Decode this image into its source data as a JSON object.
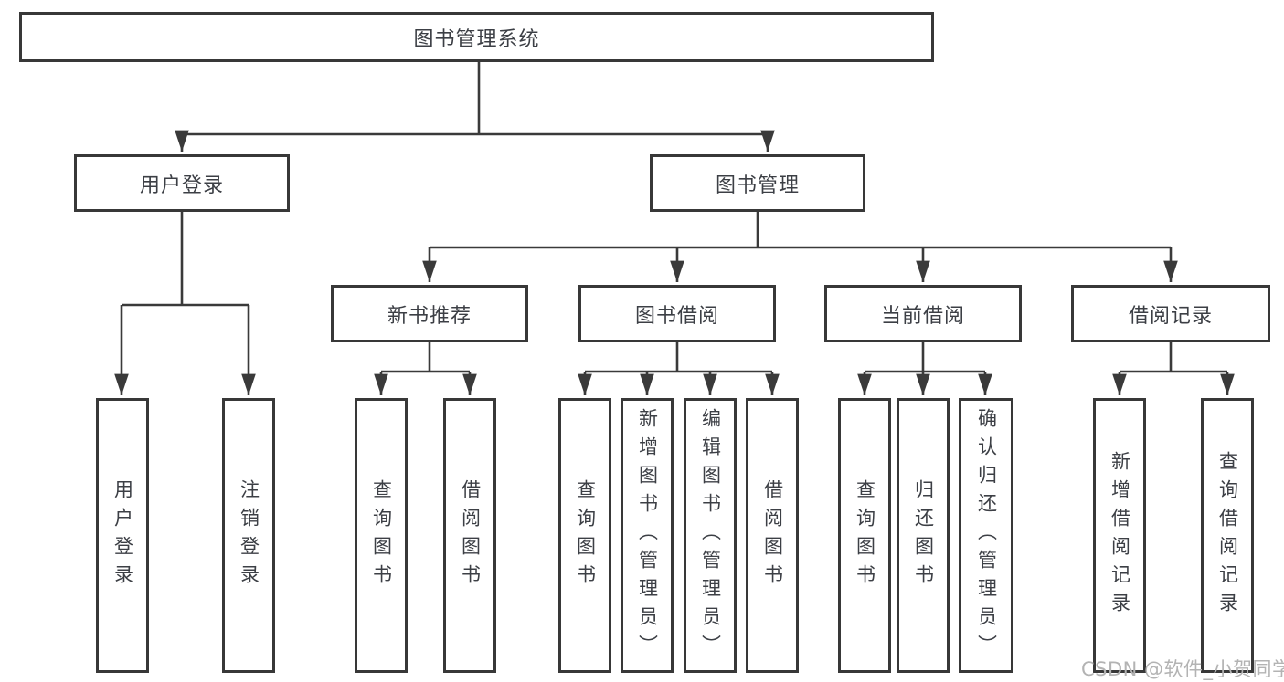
{
  "diagram": {
    "root": {
      "label": "图书管理系统"
    },
    "branches": [
      {
        "label": "用户登录",
        "children": [
          {
            "label": "用户登录"
          },
          {
            "label": "注销登录"
          }
        ]
      },
      {
        "label": "图书管理",
        "children": [
          {
            "label": "新书推荐",
            "children": [
              {
                "label": "查询图书"
              },
              {
                "label": "借阅图书"
              }
            ]
          },
          {
            "label": "图书借阅",
            "children": [
              {
                "label": "查询图书"
              },
              {
                "label": "新增图书（管理员）"
              },
              {
                "label": "编辑图书（管理员）"
              },
              {
                "label": "借阅图书"
              }
            ]
          },
          {
            "label": "当前借阅",
            "children": [
              {
                "label": "查询图书"
              },
              {
                "label": "归还图书"
              },
              {
                "label": "确认归还（管理员）"
              }
            ]
          },
          {
            "label": "借阅记录",
            "children": [
              {
                "label": "新增借阅记录"
              },
              {
                "label": "查询借阅记录"
              }
            ]
          }
        ]
      }
    ]
  },
  "watermark": {
    "text": "CSDN @软件_小贺同学"
  },
  "colors": {
    "line": "#3a3a3a",
    "border": "#383838",
    "text": "#3c3f45",
    "watermark": "#b3b3b3",
    "background": "#ffffff"
  }
}
